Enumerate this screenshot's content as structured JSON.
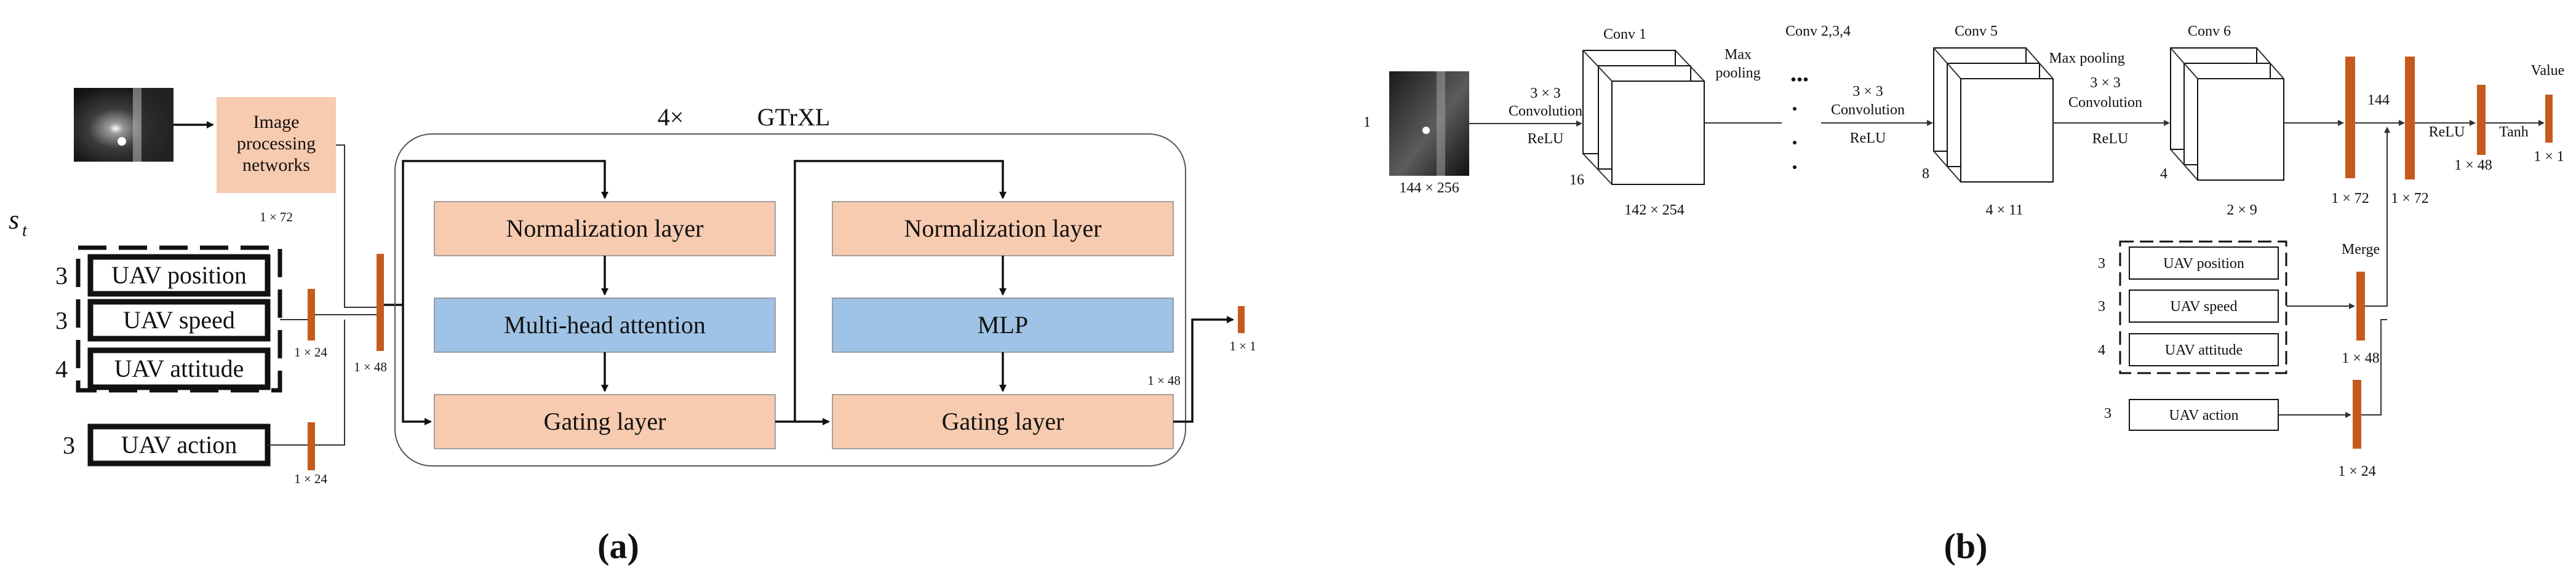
{
  "colors": {
    "peach": "#f7cbb0",
    "blue": "#9fc3e6",
    "vector": "#c65a1e",
    "ink": "#111111"
  },
  "panel_a": {
    "caption": "(a)",
    "state_symbol": "s",
    "state_subscript": "t",
    "image_processing_label": "Image processing networks",
    "image_processing_lines": [
      "Image",
      "processing",
      "networks"
    ],
    "image_feature_dim": "1 × 72",
    "inputs": [
      {
        "count": "3",
        "label": "UAV position"
      },
      {
        "count": "3",
        "label": "UAV speed"
      },
      {
        "count": "4",
        "label": "UAV attitude"
      }
    ],
    "action": {
      "count": "3",
      "label": "UAV action"
    },
    "merged_state_dim": "1 × 24",
    "action_dim": "1 × 24",
    "concat_dim": "1 × 48",
    "repeat_label": "4×",
    "block_title": "GTrXL",
    "layers": {
      "norm1": "Normalization layer",
      "attention": "Multi-head attention",
      "gate1": "Gating layer",
      "norm2": "Normalization layer",
      "mlp": "MLP",
      "gate2": "Gating layer"
    },
    "block_output_dim": "1 × 48",
    "final_output_dim": "1 × 1"
  },
  "panel_b": {
    "caption": "(b)",
    "input_channels": "1",
    "input_size": "144 × 256",
    "conv_op_1": [
      "3 × 3",
      "Convolution",
      "ReLU"
    ],
    "conv1": {
      "title": "Conv 1",
      "channels": "16",
      "size": "142 × 254"
    },
    "max_pooling_1": [
      "Max",
      "pooling"
    ],
    "conv_repeat_label": "Conv 2,3,4",
    "ellipsis": "...",
    "conv_op_2": [
      "3 × 3",
      "Convolution",
      "ReLU"
    ],
    "conv5": {
      "title": "Conv 5",
      "channels": "8",
      "size": "4 × 11"
    },
    "max_pooling_2": "Max pooling",
    "conv_op_3": [
      "3 × 3",
      "Convolution",
      "ReLU"
    ],
    "conv6": {
      "title": "Conv 6",
      "channels": "4",
      "size": "2 × 9"
    },
    "flatten_dim": "1 × 72",
    "concat_label": "144",
    "dense_dim": "1 × 72",
    "relu_label": "ReLU",
    "relu_dim": "1 × 48",
    "tanh_label": "Tanh",
    "value_label": "Value",
    "value_dim": "1 × 1",
    "inputs": [
      {
        "count": "3",
        "label": "UAV position"
      },
      {
        "count": "3",
        "label": "UAV speed"
      },
      {
        "count": "4",
        "label": "UAV attitude"
      }
    ],
    "merge_label": "Merge",
    "merge_dim": "1 × 48",
    "action": {
      "count": "3",
      "label": "UAV action"
    },
    "action_dim": "1 × 24"
  }
}
